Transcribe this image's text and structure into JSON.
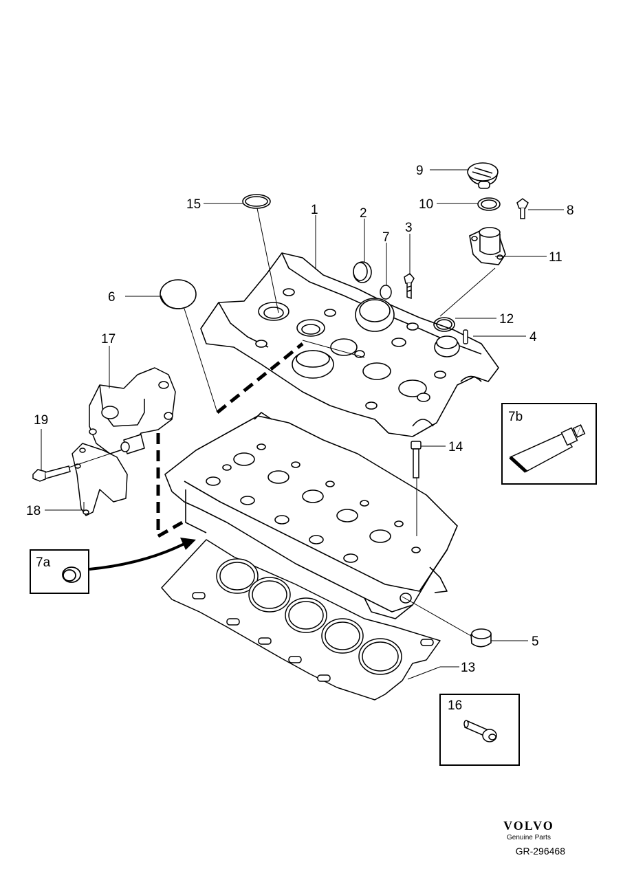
{
  "callouts": {
    "c1": "1",
    "c2": "2",
    "c3": "3",
    "c4": "4",
    "c5": "5",
    "c6": "6",
    "c7": "7",
    "c8": "8",
    "c9": "9",
    "c10": "10",
    "c11": "11",
    "c12": "12",
    "c13": "13",
    "c14": "14",
    "c15": "15",
    "c17": "17",
    "c18": "18",
    "c19": "19"
  },
  "boxes": {
    "b7a": "7a",
    "b7b": "7b",
    "b16": "16"
  },
  "footer": {
    "brand": "VOLVO",
    "tagline": "Genuine Parts",
    "reference": "GR-296468"
  }
}
